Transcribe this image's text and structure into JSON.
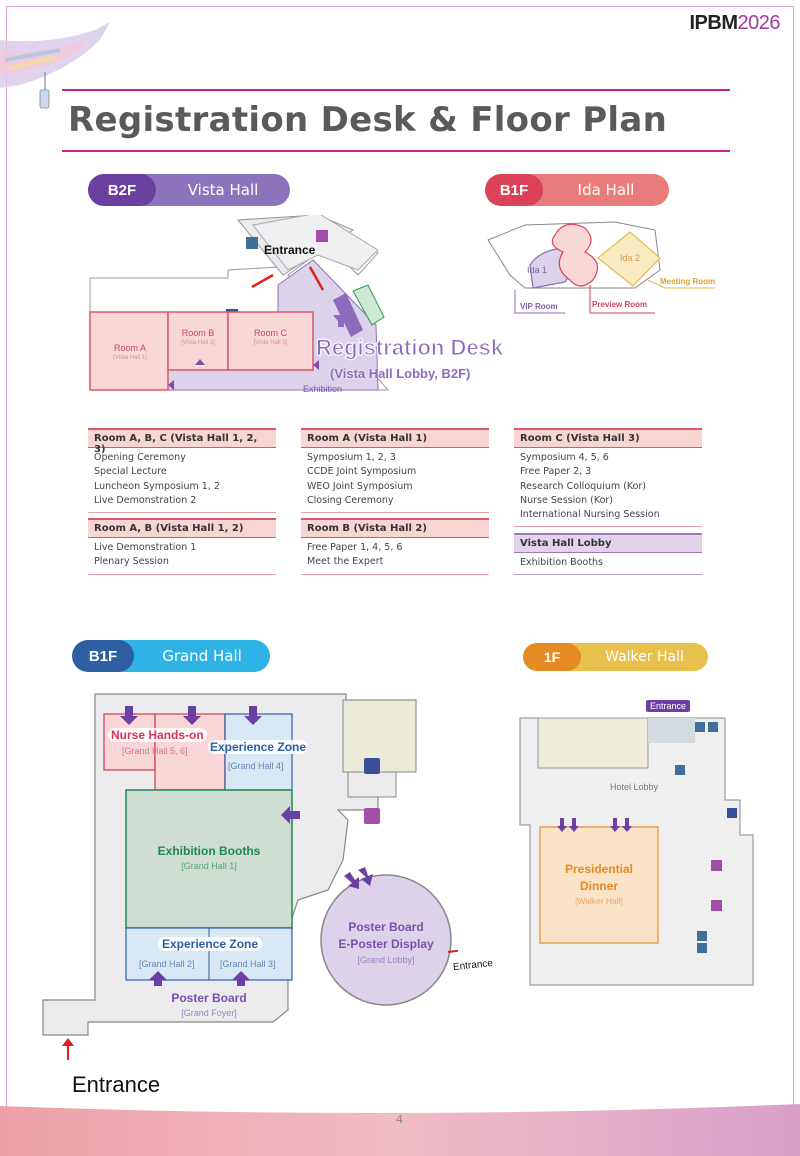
{
  "header": {
    "logo_part1": "IPBM",
    "logo_part2": "2026",
    "title": "Registration Desk & Floor Plan"
  },
  "colors": {
    "accent_rule": "#d0208e",
    "vista_dark": "#6a3fa0",
    "vista_light": "#8c74bd",
    "ida_dark": "#db4258",
    "ida_light": "#e97b7b",
    "grand_dark": "#2f5fa3",
    "grand_light": "#2fb3e6",
    "walker_dark": "#e68a22",
    "walker_light": "#e8c04e"
  },
  "sections": {
    "vista": {
      "floor": "B2F",
      "name": "Vista Hall",
      "labels": {
        "entrance": "Entrance",
        "room_a": "Room A",
        "room_a_sub": "[Vista Hall 1]",
        "room_b": "Room B",
        "room_b_sub": "[Vista Hall 2]",
        "room_c": "Room C",
        "room_c_sub": "[Vista Hall 3]",
        "registration": "Registration Desk",
        "registration_sub": "(Vista Hall Lobby, B2F)",
        "exhibition": "Exhibition"
      }
    },
    "ida": {
      "floor": "B1F",
      "name": "Ida Hall",
      "labels": {
        "ida1": "Ida 1",
        "ida2": "Ida 2",
        "vip": "VIP Room",
        "preview": "Preview Room",
        "meeting": "Meeting Room"
      }
    },
    "grand": {
      "floor": "B1F",
      "name": "Grand Hall",
      "labels": {
        "nurse": "Nurse Hands-on",
        "nurse_sub": "[Grand Hall 5, 6]",
        "exp_top": "Experience Zone",
        "exp_top_sub": "[Grand Hall 4]",
        "exhibition": "Exhibition Booths",
        "exhibition_sub": "[Grand Hall 1]",
        "exp_bottom": "Experience Zone",
        "gh2": "[Grand Hall 2]",
        "gh3": "[Grand Hall 3]",
        "poster_foyer": "Poster Board",
        "poster_foyer_sub": "[Grand Foyer]",
        "poster_lobby1": "Poster Board",
        "poster_lobby2": "E-Poster Display",
        "poster_lobby_sub": "[Grand Lobby]",
        "entrance_right": "Entrance",
        "entrance_main": "Entrance"
      }
    },
    "walker": {
      "floor": "1F",
      "name": "Walker Hall",
      "labels": {
        "entrance": "Entrance",
        "lobby": "Hotel Lobby",
        "dinner1": "Presidential",
        "dinner2": "Dinner",
        "dinner_sub": "[Walker Hall]"
      }
    }
  },
  "schedule_tables": [
    {
      "header": "Room A, B, C (Vista Hall 1, 2, 3)",
      "items": [
        "Opening Ceremony",
        "Special Lecture",
        "Luncheon Symposium 1, 2",
        "Live Demonstration 2"
      ]
    },
    {
      "header": "Room A, B (Vista Hall 1, 2)",
      "items": [
        "Live Demonstration 1",
        "Plenary Session"
      ]
    },
    {
      "header": "Room A (Vista Hall 1)",
      "items": [
        "Symposium 1, 2, 3",
        "CCDE Joint Symposium",
        "WEO Joint Symposium",
        "Closing Ceremony"
      ]
    },
    {
      "header": "Room B (Vista Hall 2)",
      "items": [
        "Free Paper 1, 4, 5, 6",
        "Meet the Expert"
      ]
    },
    {
      "header": "Room C (Vista Hall 3)",
      "items": [
        "Symposium 4, 5, 6",
        "Free Paper 2, 3",
        "Research Colloquium (Kor)",
        "Nurse Session (Kor)",
        "International Nursing Session"
      ]
    },
    {
      "header": "Vista Hall Lobby",
      "items": [
        "Exhibition Booths"
      ]
    }
  ],
  "page_number": "4"
}
